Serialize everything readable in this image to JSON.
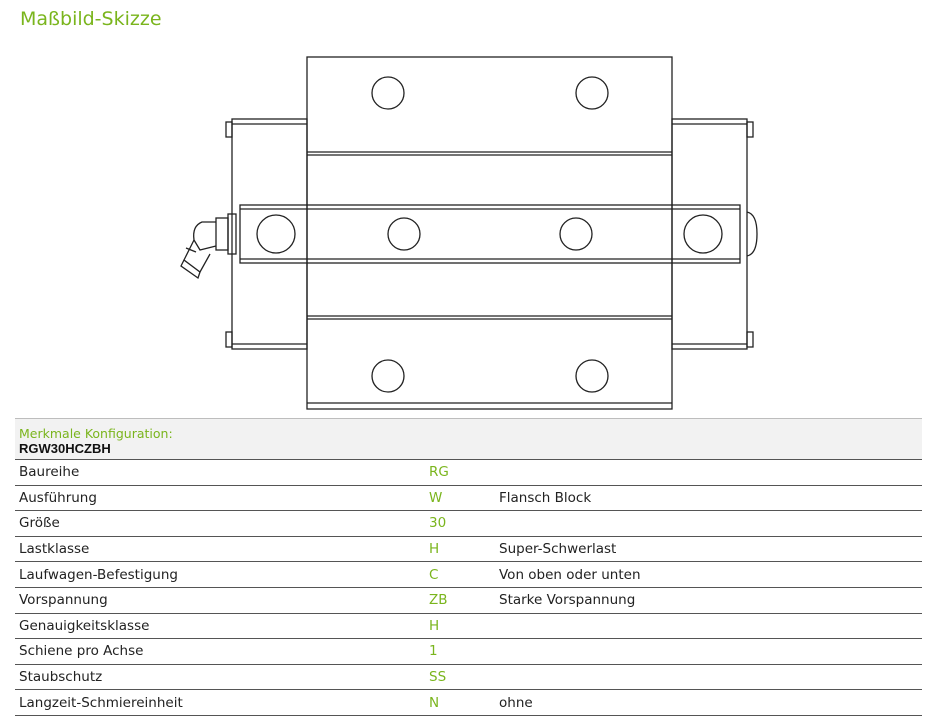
{
  "section_title": "Maßbild-Skizze",
  "configuration": {
    "label": "Merkmale Konfiguration:",
    "code": "RGW30HCZBH",
    "rows": [
      {
        "name": "Baureihe",
        "code": "RG",
        "desc": ""
      },
      {
        "name": "Ausführung",
        "code": "W",
        "desc": "Flansch Block"
      },
      {
        "name": "Größe",
        "code": "30",
        "desc": ""
      },
      {
        "name": "Lastklasse",
        "code": "H",
        "desc": "Super-Schwerlast"
      },
      {
        "name": "Laufwagen-Befestigung",
        "code": "C",
        "desc": "Von oben oder unten"
      },
      {
        "name": "Vorspannung",
        "code": "ZB",
        "desc": "Starke Vorspannung"
      },
      {
        "name": "Genauigkeitsklasse",
        "code": "H",
        "desc": ""
      },
      {
        "name": "Schiene pro Achse",
        "code": "1",
        "desc": ""
      },
      {
        "name": "Staubschutz",
        "code": "SS",
        "desc": ""
      },
      {
        "name": "Langzeit-Schmiereinheit",
        "code": "N",
        "desc": "ohne"
      }
    ]
  },
  "colors": {
    "accent": "#7ab51d",
    "line": "#222222",
    "header_bg": "#f2f2f2"
  }
}
